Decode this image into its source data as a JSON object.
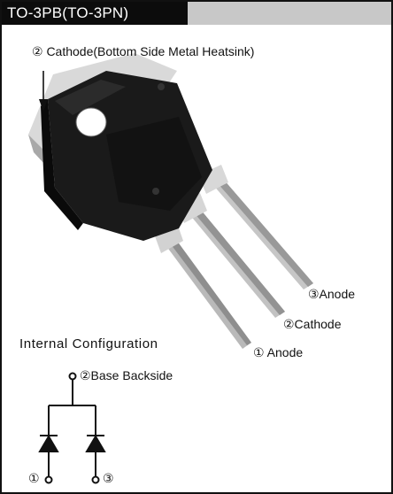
{
  "title": "TO-3PB(TO-3PN)",
  "top_label": "② Cathode(Bottom Side Metal Heatsink)",
  "pins": {
    "pin3": "③Anode",
    "pin2": "②Cathode",
    "pin1": "① Anode"
  },
  "internal": {
    "title": "Internal Configuration",
    "base_label": "②Base Backside",
    "left_terminal": "①",
    "right_terminal": "③"
  }
}
